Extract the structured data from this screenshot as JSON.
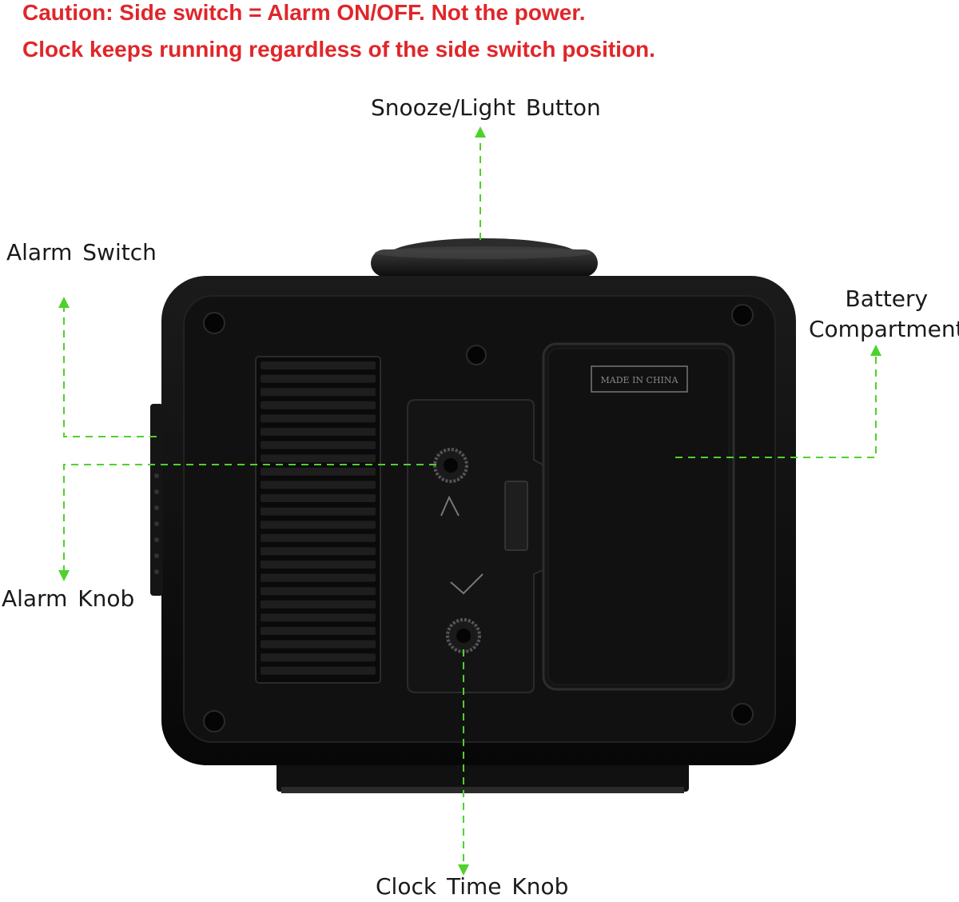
{
  "caution": {
    "line1": "Caution: Side switch = Alarm ON/OFF. Not the power.",
    "line2": "Clock keeps running regardless of the side switch position."
  },
  "labels": {
    "snooze": "Snooze/Light Button",
    "alarm_switch": "Alarm Switch",
    "battery_line1": "Battery",
    "battery_line2": "Compartment",
    "alarm_knob": "Alarm Knob",
    "clock_knob": "Clock Time Knob"
  },
  "device": {
    "battery_door_text": "MADE IN CHINA"
  },
  "colors": {
    "warning_text": "#e0262a",
    "callout_line": "#4fd12c",
    "device_body": "#0e0e0e"
  }
}
